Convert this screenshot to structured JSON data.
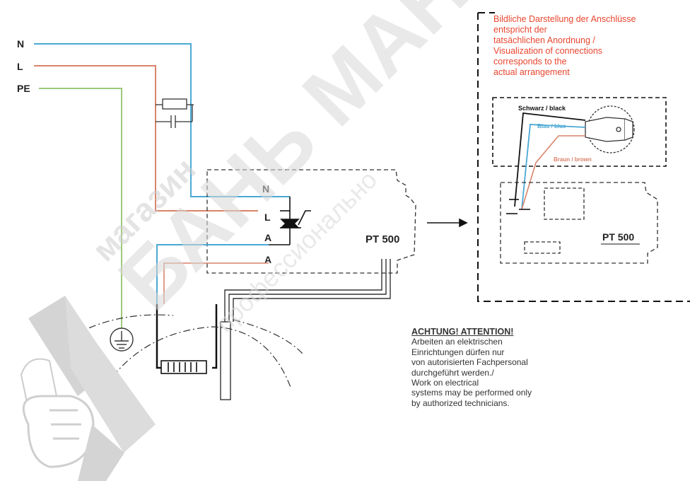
{
  "wires": {
    "n_label": "N",
    "l_label": "L",
    "pe_label": "PE"
  },
  "terminals": {
    "n": "N",
    "l": "L",
    "a1": "A",
    "a2": "A"
  },
  "device": {
    "name": "PT 500"
  },
  "detail": {
    "note_lines": [
      "Bildliche Darstellung der Anschlüsse",
      "entspricht der",
      "tatsächlichen Anordnung /",
      "Visualization of connections",
      "corresponds to the",
      "actual arrangement"
    ],
    "black_label": "Schwarz / black",
    "blue_label": "Blau / blue",
    "brown_label": "Braun / brown",
    "device_name": "PT 500"
  },
  "warning": {
    "title": "ACHTUNG! ATTENTION!",
    "lines": [
      "Arbeiten an elektrischen",
      "Einrichtungen dürfen nur",
      "von autorisierten Fachpersonal",
      "durchgeführt werden./",
      "Work on electrical",
      "systems may be performed only",
      "by authorized technicians."
    ]
  },
  "watermark": {
    "line1": "магазин",
    "line2": "БАНЬ МАНИЯ",
    "line3": "профессионально"
  },
  "colors": {
    "neutral_wire": "#4aa8d4",
    "line_wire": "#d9826a",
    "earth_wire": "#9cc97a",
    "note_red": "#e8462f",
    "watermark_grey": "#d4d4d4"
  }
}
